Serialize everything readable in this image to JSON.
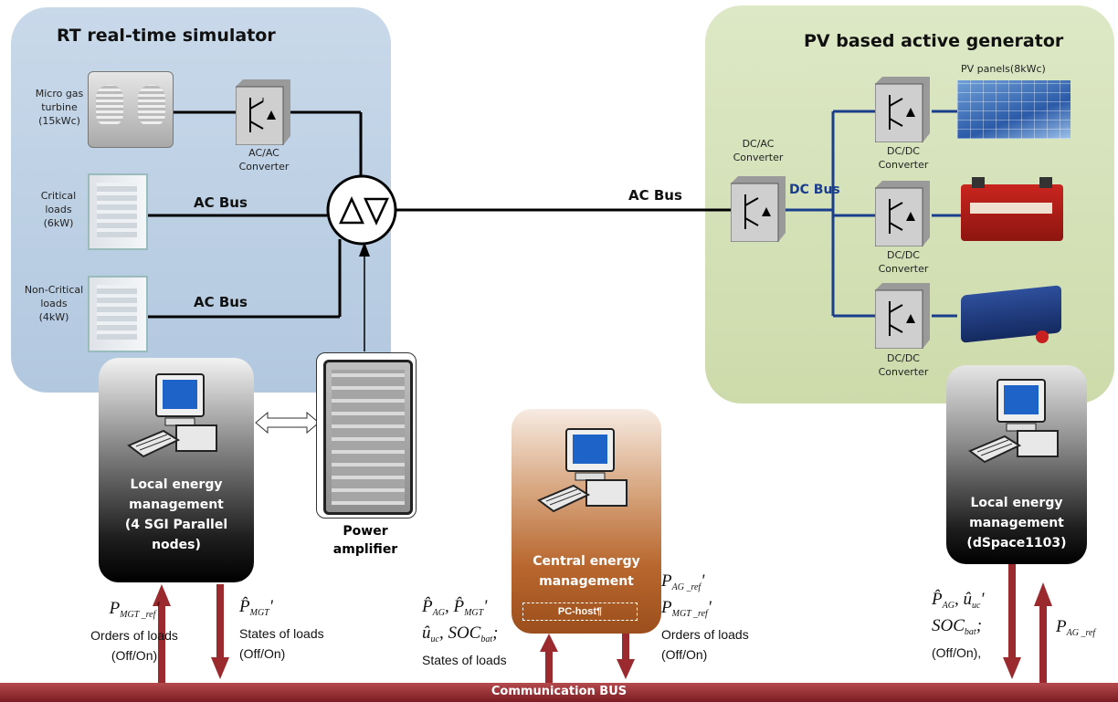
{
  "left_panel": {
    "title": "RT real-time simulator",
    "gas_turbine_label": [
      "Micro gas",
      "turbine",
      "(15kWc)"
    ],
    "critical_loads_label": [
      "Critical",
      "loads",
      "(6kW)"
    ],
    "noncritical_loads_label": [
      "Non-Critical",
      "loads",
      "(4kW)"
    ],
    "converter_label": [
      "AC/AC",
      "Converter"
    ],
    "ac_bus_1": "AC Bus",
    "ac_bus_2": "AC Bus"
  },
  "right_panel": {
    "title": "PV based active generator",
    "pv_panels_label": "PV panels(8kWc)",
    "dcac_label": [
      "DC/AC",
      "Converter"
    ],
    "dcbus_label": "DC Bus",
    "dcdc_1": [
      "DC/DC",
      "Converter"
    ],
    "dcdc_2": [
      "DC/DC",
      "Converter"
    ],
    "dcdc_3": [
      "DC/DC",
      "Converter"
    ]
  },
  "main_ac_bus": "AC Bus",
  "power_amplifier_label": [
    "Power",
    "amplifier"
  ],
  "local_left": [
    "Local energy",
    "management",
    "(4 SGI Parallel",
    "nodes)"
  ],
  "central": [
    "Central energy",
    "management"
  ],
  "central_host": "PC-host¶",
  "local_right": [
    "Local energy",
    "management",
    "(dSpace1103)"
  ],
  "signals": {
    "left_up_sym": "P",
    "left_up_sub": "MGT _ref",
    "left_up_text": [
      "Orders of loads",
      "(Off/On)"
    ],
    "left_down_sym": "P̂",
    "left_down_sub": "MGT",
    "left_down_text": [
      "States of loads",
      "(Off/On)"
    ],
    "center_up_sym1": "P̂",
    "center_up_sub1": "AG",
    "center_up_sym2": "P̂",
    "center_up_sub2": "MGT",
    "center_up_sym3": "û",
    "center_up_sub3": "uc",
    "center_up_sym4": "SOC",
    "center_up_sub4": "bat",
    "center_up_text": "States of loads",
    "center_down_sym1": "P",
    "center_down_sub1": "AG _ref",
    "center_down_sym2": "P",
    "center_down_sub2": "MGT _ref",
    "center_down_text": [
      "Orders of loads",
      "(Off/On)"
    ],
    "right_down_sym1": "P̂",
    "right_down_sub1": "AG",
    "right_down_sym2": "û",
    "right_down_sub2": "uc",
    "right_down_sym3": "SOC",
    "right_down_sub3": "bat",
    "right_down_text": "(Off/On),",
    "right_up_sym": "P",
    "right_up_sub": "AG _ref"
  },
  "comm_bus": "Communication BUS",
  "colors": {
    "left_panel": "#b8cce0",
    "right_panel": "#d6e2b8",
    "bus_red": "#9b2a2e",
    "central_card": "#b8672e"
  }
}
